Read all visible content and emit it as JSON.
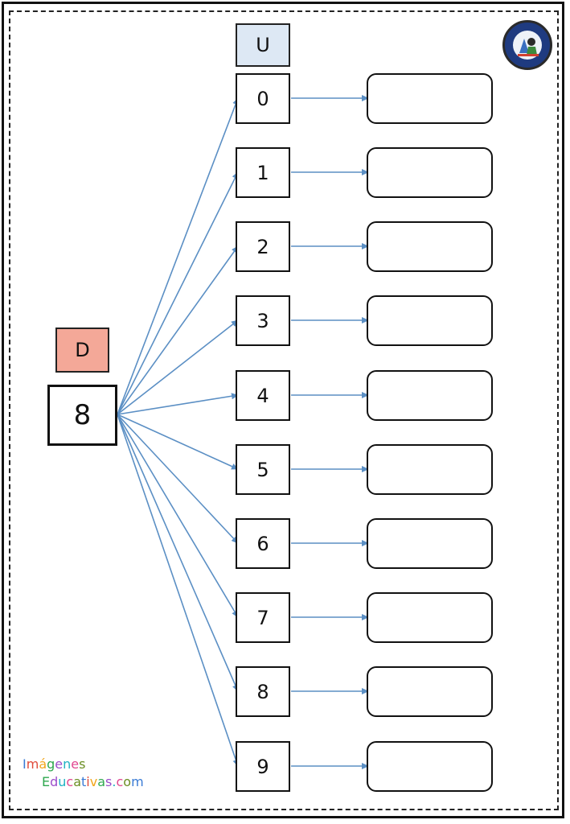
{
  "header": {
    "units_label": "U",
    "tens_label": "D"
  },
  "tens_value": "8",
  "digits": [
    "0",
    "1",
    "2",
    "3",
    "4",
    "5",
    "6",
    "7",
    "8",
    "9"
  ],
  "brand": {
    "line1": "Imágenes",
    "line2": "Educativas.com"
  },
  "colors": {
    "units_fill": "#dde8f4",
    "tens_fill": "#f4a898",
    "arrow": "#5b8fc4"
  }
}
